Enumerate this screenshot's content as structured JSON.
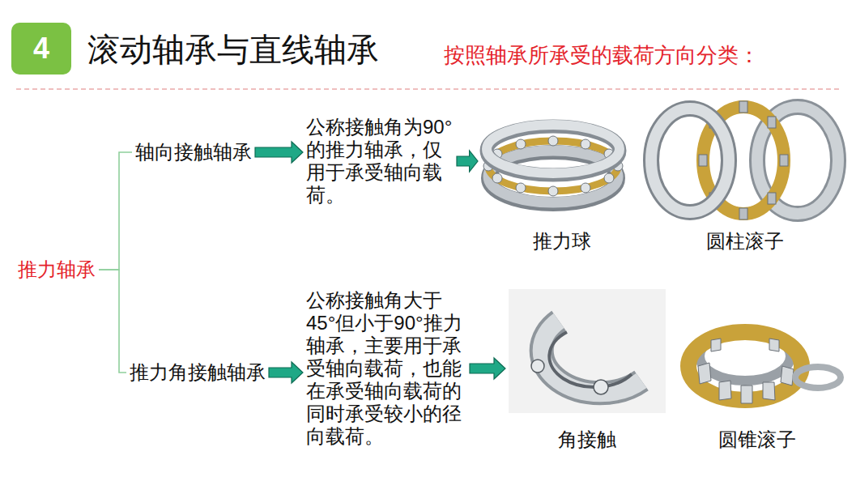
{
  "diagram": {
    "title": "滚动轴承与直线轴承",
    "nodes": [
      {
        "text": [
          "4"
        ]
      },
      {
        "text": [
          "推力轴承"
        ]
      },
      {
        "text": [
          "轴向接触轴承"
        ]
      },
      {
        "text": [
          "公称接触角为90°的推力轴承，仅用于承受轴向载荷。"
        ]
      },
      {
        "text": [
          "推力球"
        ]
      },
      {
        "text": [
          "圆柱滚子"
        ]
      },
      {
        "text": [
          "推力角接触轴承"
        ]
      },
      {
        "text": [
          "公称接触角大于45°但小于90°推力轴承，主要用于承受轴向载荷，也能在承受轴向载荷的同时承受较小的径向载荷。"
        ]
      },
      {
        "text": [
          "角接触"
        ]
      },
      {
        "text": [
          "圆锥滚子"
        ]
      }
    ],
    "edges": [
      {
        "from": 1,
        "to": 2,
        "arrow": "none"
      },
      {
        "from": 1,
        "to": 6,
        "arrow": "none"
      },
      {
        "from": 2,
        "to": 3,
        "arrow": "to"
      },
      {
        "from": 3,
        "to": 4,
        "arrow": "to"
      },
      {
        "from": 6,
        "to": 7,
        "arrow": "to"
      },
      {
        "from": 7,
        "to": 8,
        "arrow": "to"
      }
    ],
    "labels": [
      "按照轴承所承受的载荷方向分类："
    ]
  }
}
